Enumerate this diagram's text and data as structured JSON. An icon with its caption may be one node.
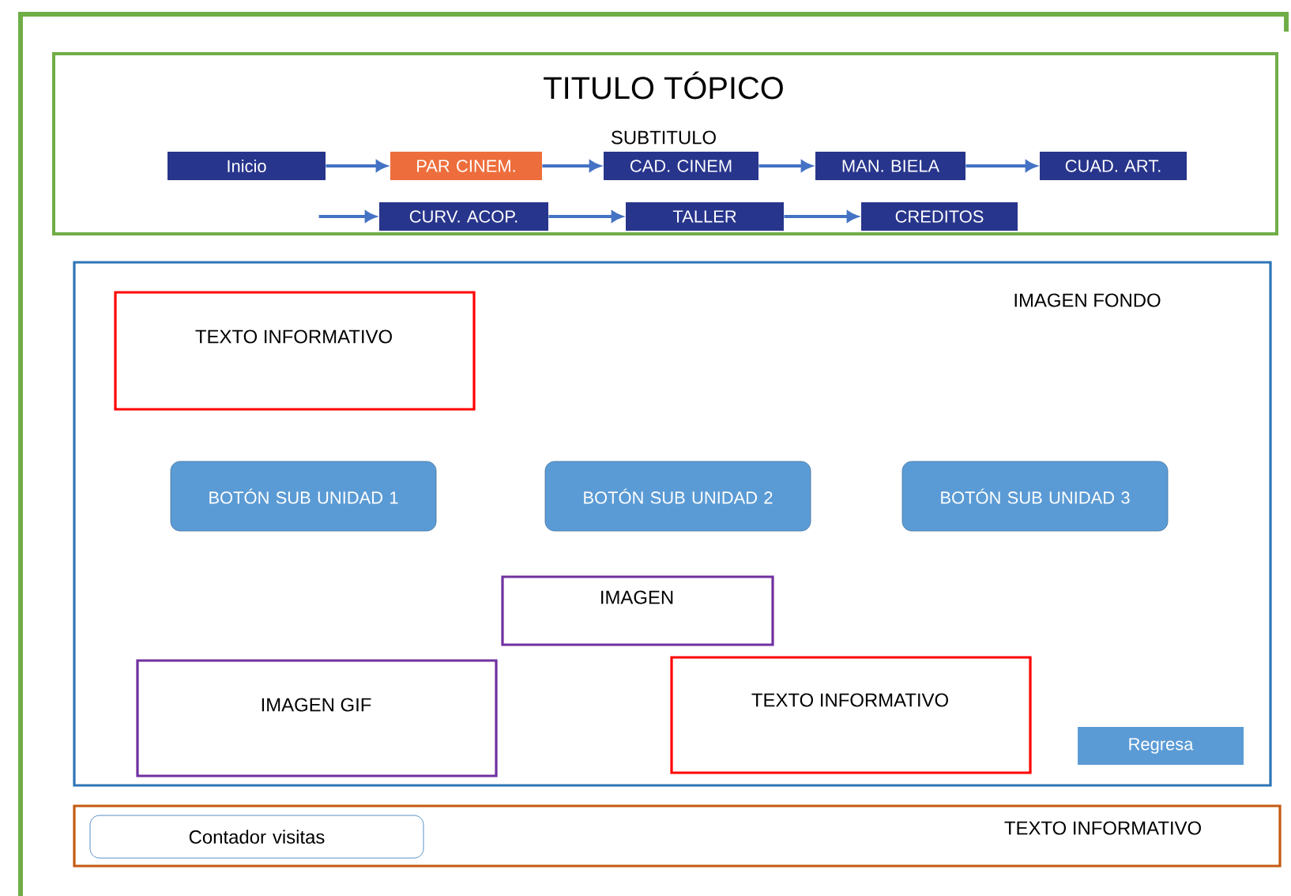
{
  "diagram": {
    "nodes": [
      {
        "text": [
          "TITULO TÓPICO",
          "SUBTITULO"
        ]
      },
      {
        "text": [
          "Inicio"
        ],
        "in": 0
      },
      {
        "text": [
          "PAR CINEM."
        ],
        "in": 0
      },
      {
        "text": [
          "CAD. CINEM"
        ],
        "in": 0
      },
      {
        "text": [
          "MAN. BIELA"
        ],
        "in": 0
      },
      {
        "text": [
          "CUAD. ART."
        ],
        "in": 0
      },
      {
        "text": [
          "CURV. ACOP."
        ],
        "in": 0
      },
      {
        "text": [
          "TALLER"
        ],
        "in": 0
      },
      {
        "text": [
          "CREDITOS"
        ],
        "in": 0
      },
      {
        "text": [
          "IMAGEN FONDO"
        ]
      },
      {
        "text": [
          "TEXTO INFORMATIVO"
        ],
        "in": 9
      },
      {
        "text": [
          "BOTÓN SUB UNIDAD 1"
        ],
        "in": 9
      },
      {
        "text": [
          "BOTÓN SUB UNIDAD 2"
        ],
        "in": 9
      },
      {
        "text": [
          "BOTÓN SUB UNIDAD 3"
        ],
        "in": 9
      },
      {
        "text": [
          "IMAGEN"
        ],
        "in": 9
      },
      {
        "text": [
          "IMAGEN GIF"
        ],
        "in": 9
      },
      {
        "text": [
          "TEXTO INFORMATIVO"
        ],
        "in": 9
      },
      {
        "text": [
          "Regresa"
        ],
        "in": 9
      },
      {
        "text": [
          "TEXTO INFORMATIVO"
        ]
      },
      {
        "text": [
          "Contador visitas"
        ],
        "in": 18
      }
    ],
    "edges": [
      {
        "from": 1,
        "to": 2,
        "arrow": "to"
      },
      {
        "from": 2,
        "to": 3,
        "arrow": "to"
      },
      {
        "from": 3,
        "to": 4,
        "arrow": "to"
      },
      {
        "from": 4,
        "to": 5,
        "arrow": "to"
      },
      {
        "from": null,
        "to": 6,
        "arrow": "to"
      },
      {
        "from": 6,
        "to": 7,
        "arrow": "to"
      },
      {
        "from": 7,
        "to": 8,
        "arrow": "to"
      }
    ]
  }
}
